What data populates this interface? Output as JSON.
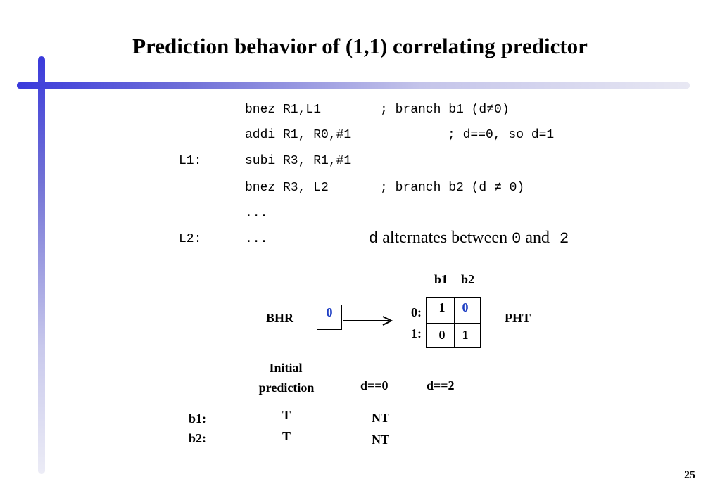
{
  "slide": {
    "title": "Prediction behavior of (1,1) correlating predictor",
    "page_number": "25"
  },
  "code": {
    "lines": [
      {
        "label": "",
        "instr": "bnez R1,L1",
        "comment": "; branch b1 (d≠0)"
      },
      {
        "label": "",
        "instr": "addi R1, R0,#1",
        "comment": "; d==0, so d=1"
      },
      {
        "label": "L1:",
        "instr": "subi R3, R1,#1",
        "comment": ""
      },
      {
        "label": "",
        "instr": "bnez R3, L2",
        "comment": "; branch b2 (d ≠ 0)"
      },
      {
        "label": "",
        "instr": "...",
        "comment": ""
      },
      {
        "label": "L2:",
        "instr": "...",
        "comment": ""
      }
    ]
  },
  "note": {
    "var": "d",
    "text_alternates": "alternates between",
    "value_a": "0",
    "text_and": "and",
    "value_b": "2"
  },
  "predictor": {
    "bhr_label": "BHR",
    "bhr_value": "0",
    "pht_label": "PHT",
    "columns": [
      "b1",
      "b2"
    ],
    "rows": [
      {
        "label": "0:",
        "cells": [
          "1",
          "0"
        ]
      },
      {
        "label": "1:",
        "cells": [
          "0",
          "1"
        ]
      }
    ]
  },
  "table": {
    "header_initial_line1": "Initial",
    "header_initial_line2": "prediction",
    "header_d0": "d==0",
    "header_d2": "d==2",
    "rows": [
      {
        "label": "b1:",
        "initial": "T",
        "d0": "NT",
        "d2": ""
      },
      {
        "label": "b2:",
        "initial": "T",
        "d0": "NT",
        "d2": ""
      }
    ]
  },
  "colors": {
    "accent": "#3a3adb",
    "updated_bit": "#1f3fc4"
  }
}
